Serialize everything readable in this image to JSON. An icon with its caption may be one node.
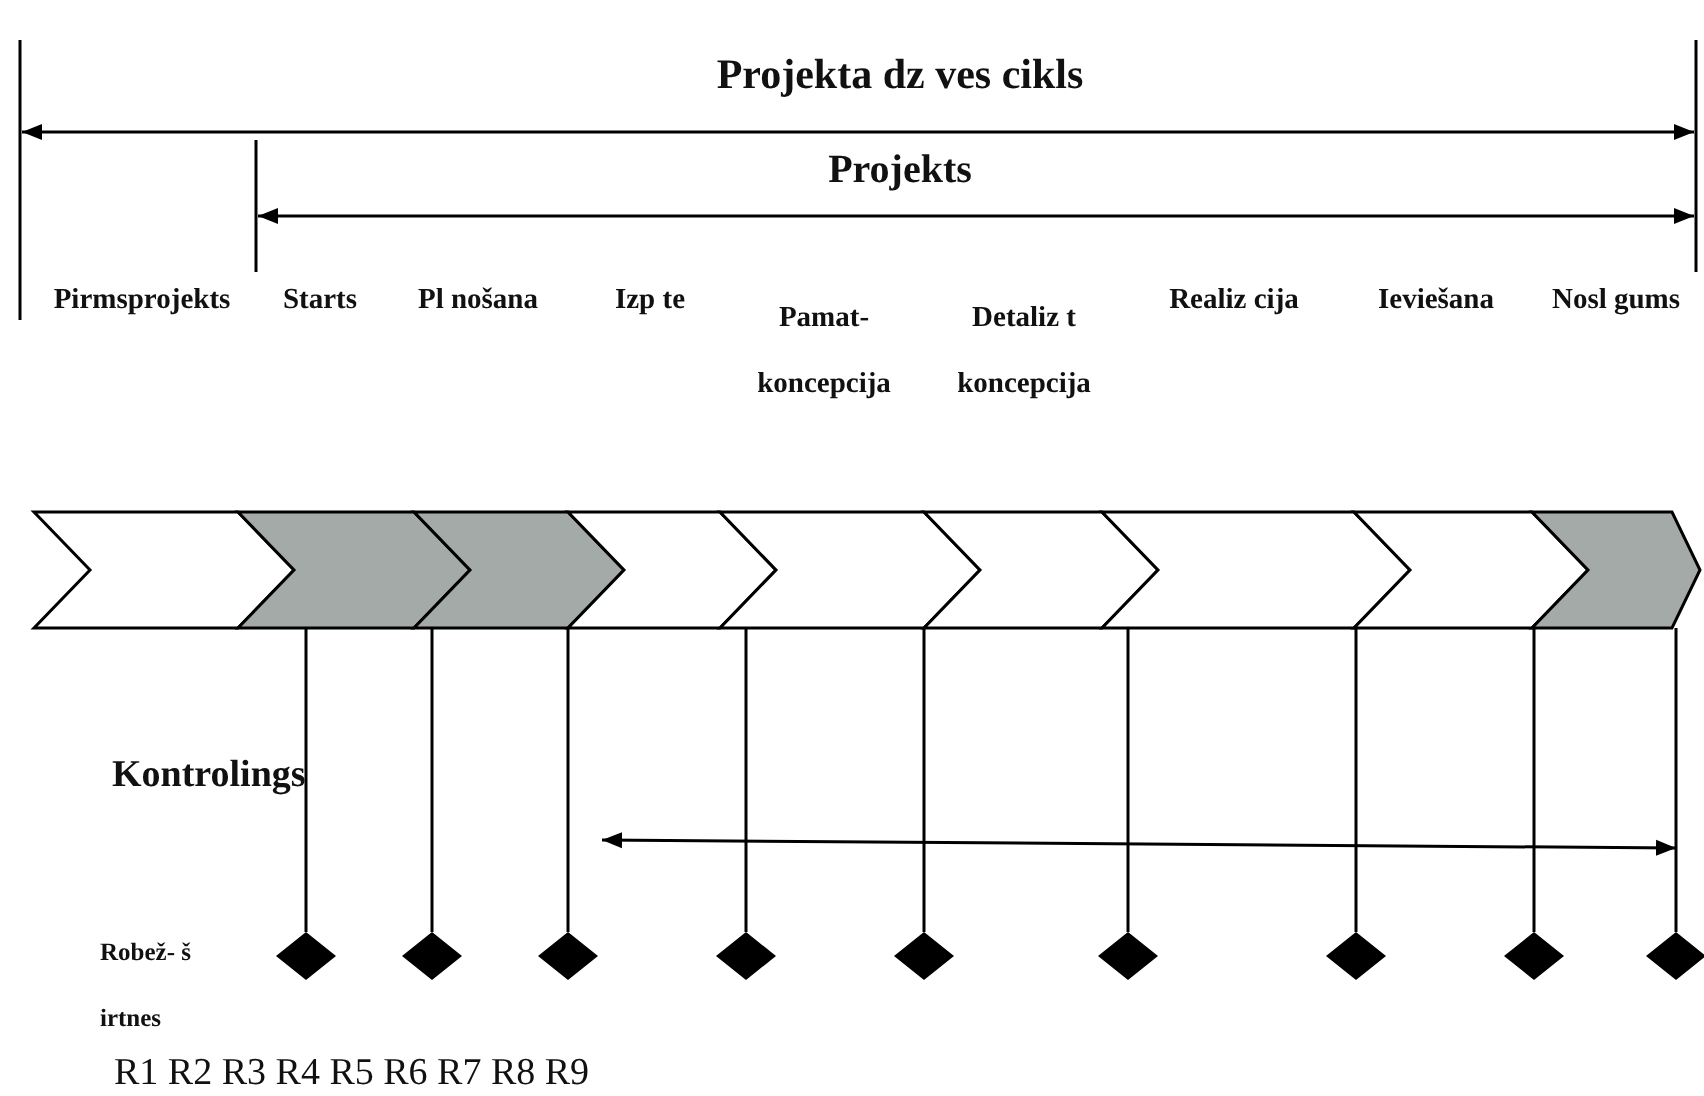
{
  "diagram": {
    "title": "Projekta dz ves cikls",
    "nodes": [
      {
        "text": [],
        "shape": "chevron"
      },
      {
        "text": [],
        "shape": "chevron"
      },
      {
        "text": [],
        "shape": "chevron"
      },
      {
        "text": [],
        "shape": "chevron"
      },
      {
        "text": [],
        "shape": "chevron"
      },
      {
        "text": [],
        "shape": "chevron"
      },
      {
        "text": [],
        "shape": "chevron"
      },
      {
        "text": [],
        "shape": "chevron"
      },
      {
        "text": [],
        "shape": "chevron"
      },
      {
        "text": [],
        "shape": "diamond"
      },
      {
        "text": [],
        "shape": "diamond"
      },
      {
        "text": [],
        "shape": "diamond"
      },
      {
        "text": [],
        "shape": "diamond"
      },
      {
        "text": [],
        "shape": "diamond"
      },
      {
        "text": [],
        "shape": "diamond"
      },
      {
        "text": [],
        "shape": "diamond"
      },
      {
        "text": [],
        "shape": "diamond"
      },
      {
        "text": [],
        "shape": "diamond"
      }
    ],
    "edges": [
      {
        "from": 1,
        "to": 9,
        "arrow": "none"
      },
      {
        "from": 2,
        "to": 10,
        "arrow": "none"
      },
      {
        "from": 2,
        "to": 11,
        "arrow": "none"
      },
      {
        "from": 4,
        "to": 12,
        "arrow": "none"
      },
      {
        "from": 4,
        "to": 13,
        "arrow": "none"
      },
      {
        "from": 6,
        "to": 14,
        "arrow": "none"
      },
      {
        "from": 6,
        "to": 15,
        "arrow": "none"
      },
      {
        "from": 7,
        "to": 16,
        "arrow": "none"
      },
      {
        "from": 8,
        "to": 17,
        "arrow": "none"
      }
    ],
    "labels": [
      "Projekts",
      "Pirmsprojekts",
      "Starts",
      "Pl nošana",
      "Izp te",
      "Pamat- koncepcija",
      "Detaliz t koncepcija",
      "Realiz cija",
      "Ieviešana",
      "Nosl gums",
      "Kontrolings",
      "Robež- š irtnes",
      "R1 R2 R3 R4 R5 R6 R7 R8 R9"
    ]
  }
}
